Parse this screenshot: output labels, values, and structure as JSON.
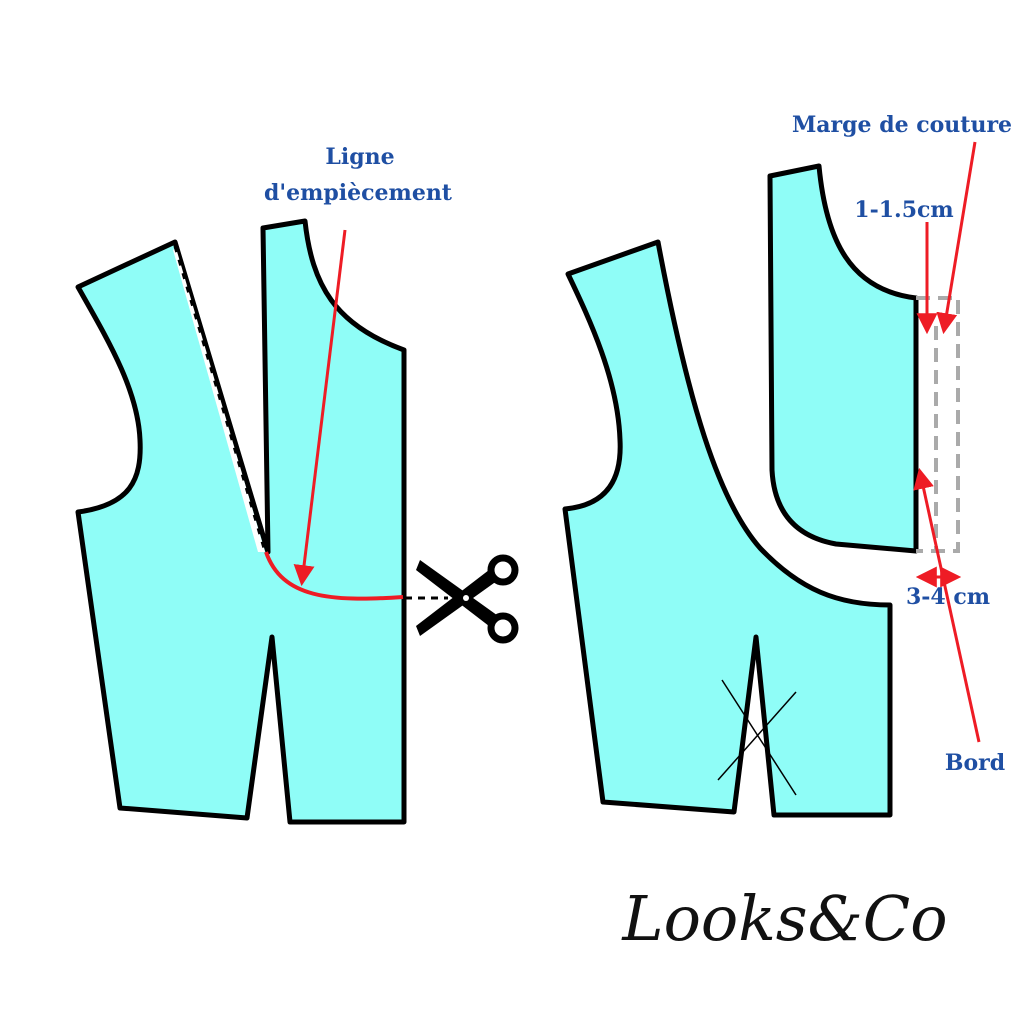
{
  "labels": {
    "yoke_line": [
      "Ligne",
      "d'empiècement"
    ],
    "seam_allowance": "Marge de couture",
    "allowance_width": "1-1.5cm",
    "facing_width": "3-4 cm",
    "edge": "Bord"
  },
  "logo": {
    "text": "Looks&Co"
  },
  "colors": {
    "fabric": "#8ffdf7",
    "outline": "#000000",
    "accent_red": "#ee1c25",
    "label_blue": "#1f4fa3",
    "dashed_gray": "#aaaaaa"
  },
  "icons": {
    "cut": "scissors-icon"
  }
}
